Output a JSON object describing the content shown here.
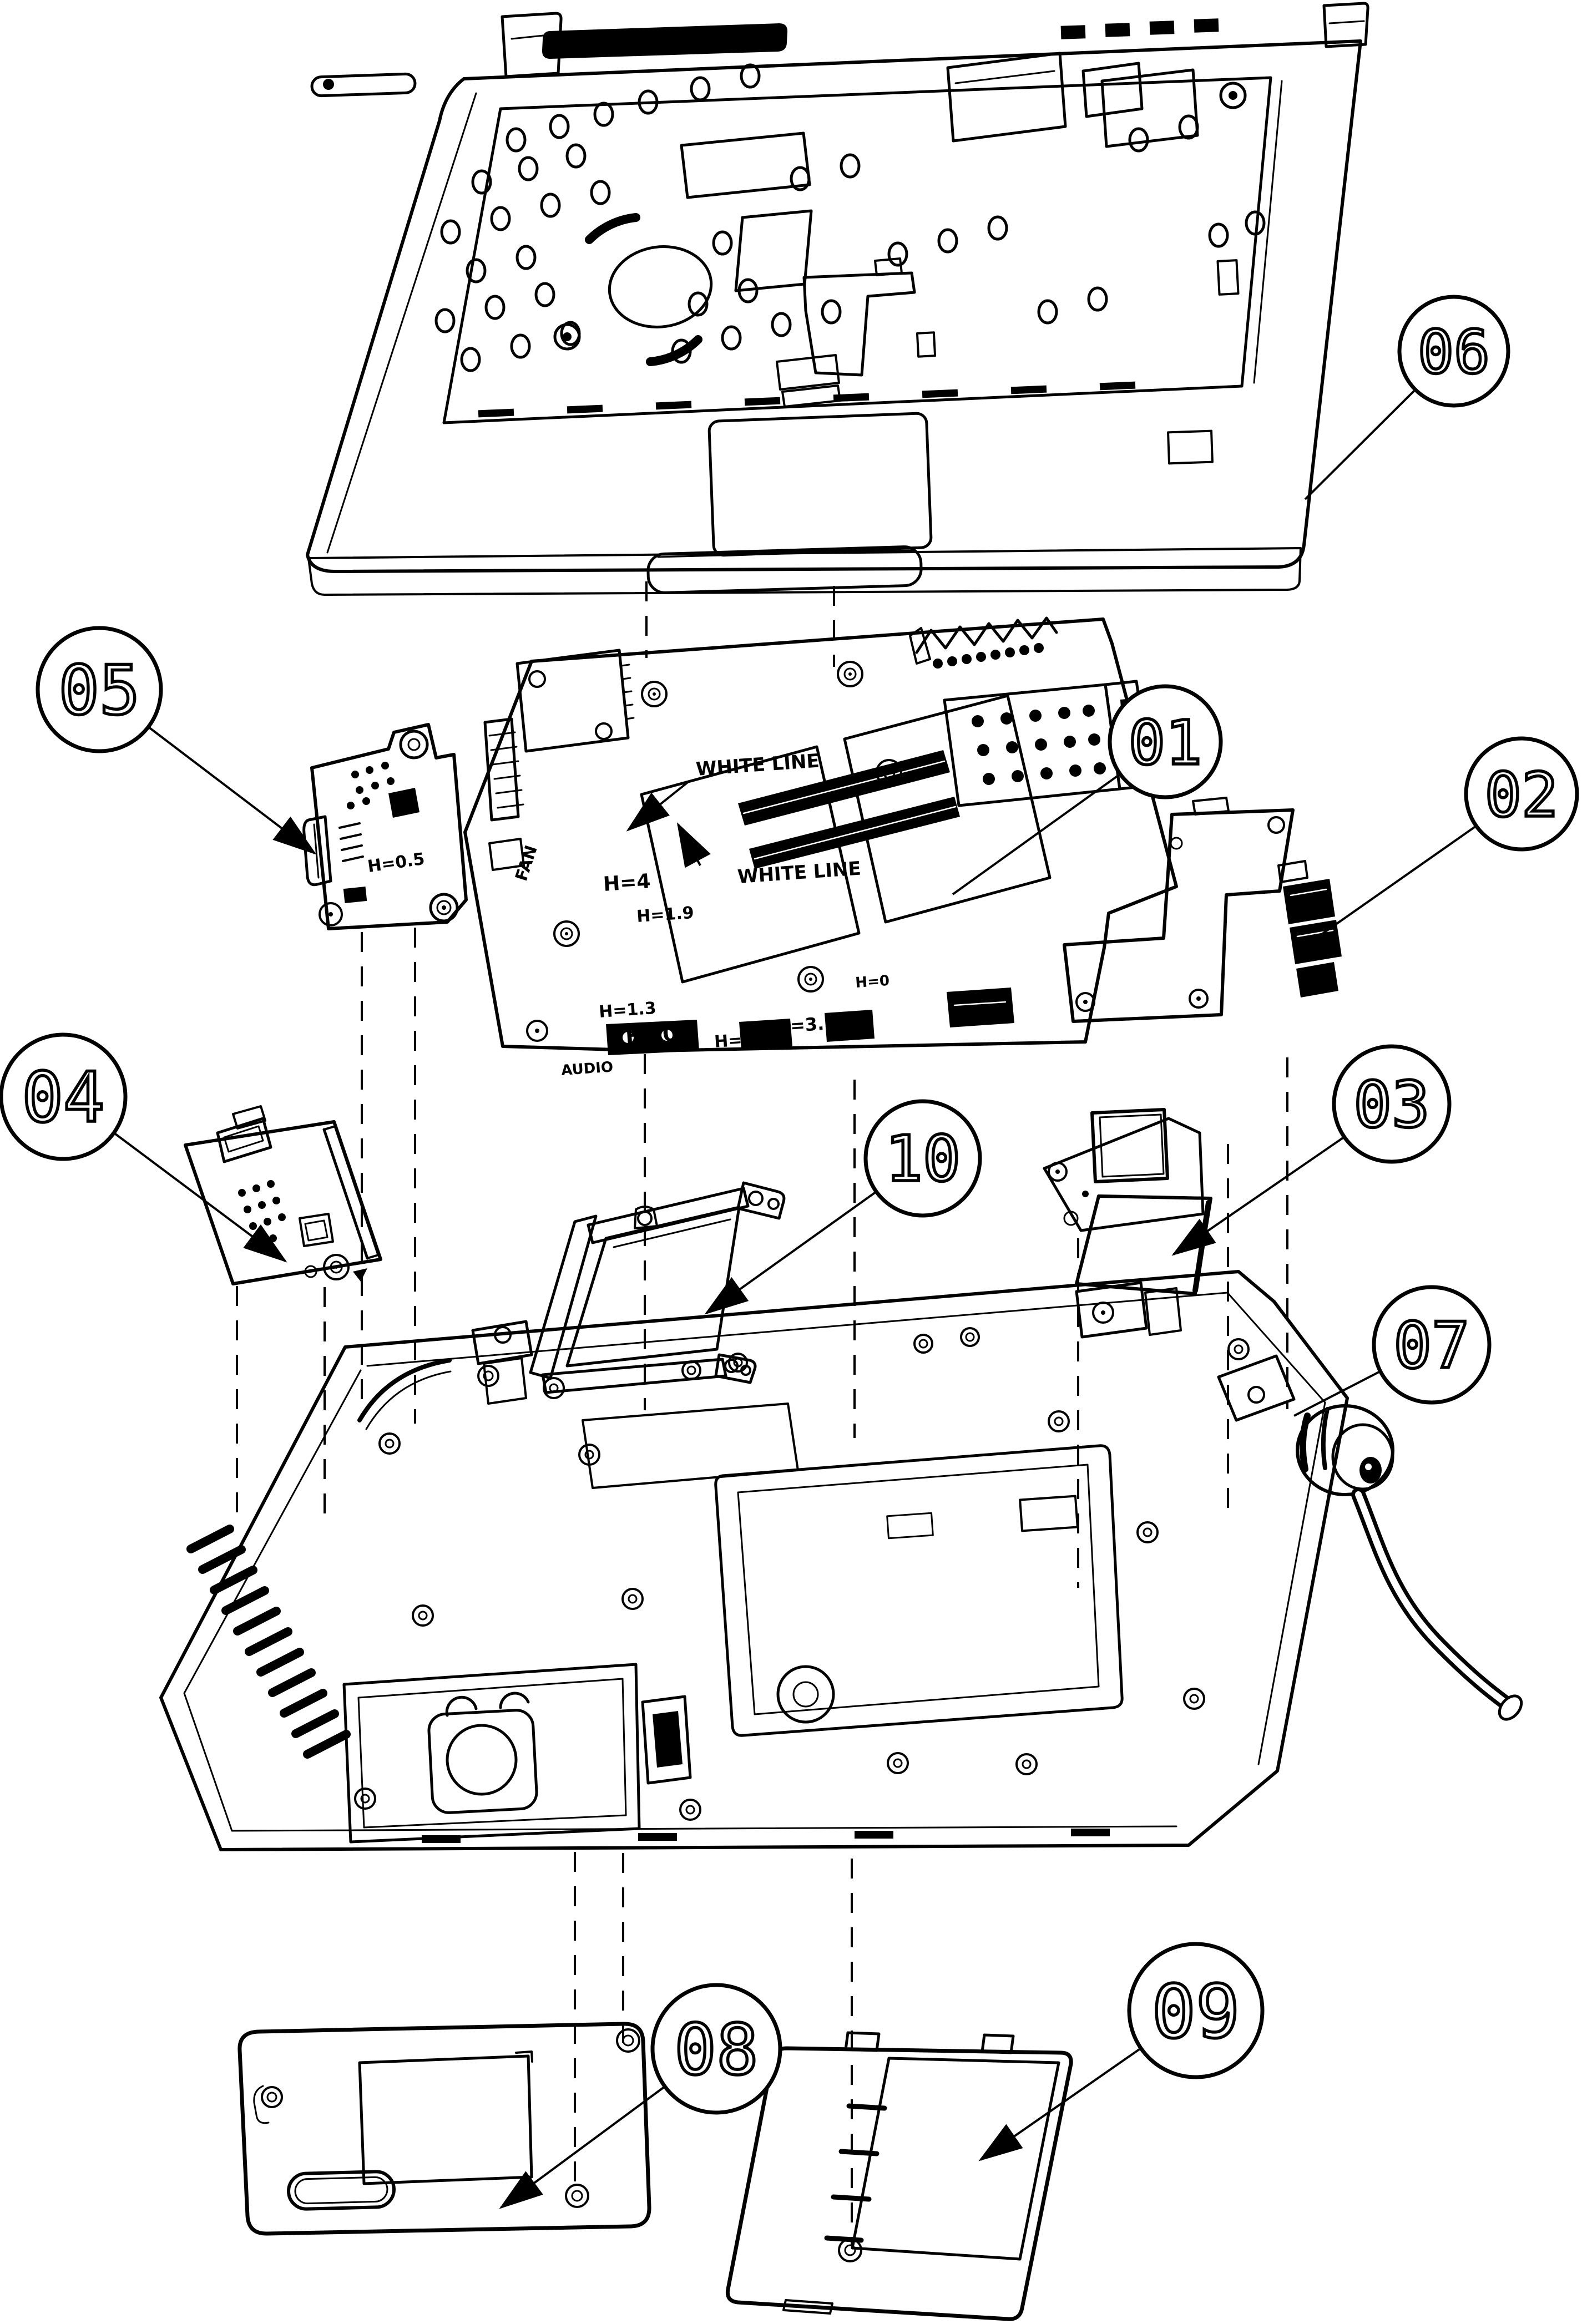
{
  "diagram": {
    "type": "exploded-view-assembly-drawing",
    "subject": "notebook computer disassembly",
    "colors": {
      "line": "#000000",
      "background": "#ffffff"
    },
    "callouts": [
      {
        "number": "01",
        "part": "mainboard"
      },
      {
        "number": "02",
        "part": "usb-io-board-with-connectors"
      },
      {
        "number": "03",
        "part": "wireless-card-and-bracket"
      },
      {
        "number": "04",
        "part": "card-reader-board"
      },
      {
        "number": "05",
        "part": "audio-board"
      },
      {
        "number": "06",
        "part": "upper-case-palmrest-assembly"
      },
      {
        "number": "07",
        "part": "lower-case-base-enclosure-with-dc-jack"
      },
      {
        "number": "08",
        "part": "hdd-compartment-cover"
      },
      {
        "number": "09",
        "part": "memory-compartment-cover"
      },
      {
        "number": "10",
        "part": "hdd-bracket"
      }
    ],
    "pcb_annotations": {
      "white_line": "WHITE LINE",
      "fan": "FAN",
      "audio": "AUDIO",
      "h_0": "H=0",
      "h_0_5": "H=0.5",
      "h_1_3": "H=1.3",
      "h_1_9": "H=1.9",
      "h_3_5": "H=3.5",
      "h_4": "H=4"
    }
  }
}
